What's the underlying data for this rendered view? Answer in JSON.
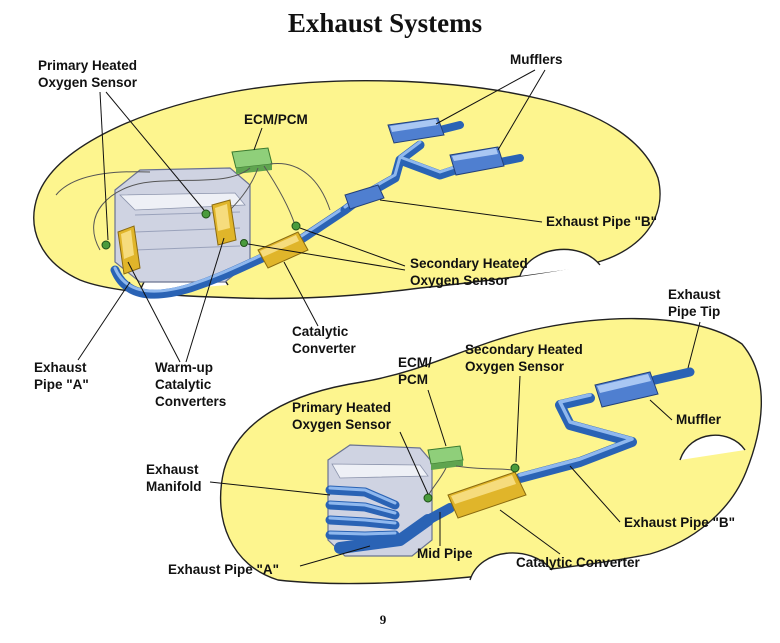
{
  "title": "Exhaust Systems",
  "page_number": "9",
  "top_diagram": {
    "labels": {
      "primary_sensor": [
        "Primary Heated",
        "Oxygen Sensor"
      ],
      "mufflers": "Mufflers",
      "ecm": "ECM/PCM",
      "exhaust_pipe_b": "Exhaust Pipe \"B\"",
      "secondary_sensor": [
        "Secondary Heated",
        "Oxygen Sensor"
      ],
      "catalytic_converter": [
        "Catalytic",
        "Converter"
      ],
      "exhaust_pipe_a": [
        "Exhaust",
        "Pipe \"A\""
      ],
      "warmup_converters": [
        "Warm-up",
        "Catalytic",
        "Converters"
      ]
    }
  },
  "bottom_diagram": {
    "labels": {
      "exhaust_pipe_tip": [
        "Exhaust",
        "Pipe Tip"
      ],
      "ecm": [
        "ECM/",
        "PCM"
      ],
      "secondary_sensor": [
        "Secondary Heated",
        "Oxygen Sensor"
      ],
      "primary_sensor": [
        "Primary Heated",
        "Oxygen Sensor"
      ],
      "muffler": "Muffler",
      "exhaust_manifold": [
        "Exhaust",
        "Manifold"
      ],
      "exhaust_pipe_b": "Exhaust Pipe \"B\"",
      "mid_pipe": "Mid Pipe",
      "catalytic_converter": "Catalytic Converter",
      "exhaust_pipe_a": "Exhaust Pipe \"A\""
    }
  },
  "colors": {
    "car_body": "#fdf58e",
    "pipe": "#2a63b5",
    "converter": "#e0b52a",
    "engine": "#c9cedd",
    "ecm": "#8fcf7a"
  }
}
